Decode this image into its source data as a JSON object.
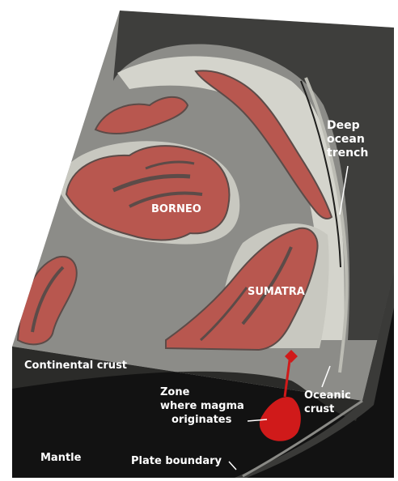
{
  "labels": {
    "deep_ocean_trench": [
      "Deep",
      "ocean",
      "trench"
    ],
    "borneo": "BORNEO",
    "sumatra": "SUMATRA",
    "continental_crust": "Continental crust",
    "zone_magma": [
      "Zone",
      "where magma",
      "originates"
    ],
    "oceanic_crust": [
      "Oceanic",
      "crust"
    ],
    "mantle": "Mantle",
    "plate_boundary": "Plate boundary"
  },
  "colors": {
    "land": "#b8574f",
    "land_stripe": "#5c4b48",
    "sea_surface": "#8c8c88",
    "shelf": "#d4d4cc",
    "dark_surface": "#3e3e3c",
    "crust": "#2b2b29",
    "mantle": "#121212",
    "magma": "#d01a1a",
    "label": "#ffffff"
  }
}
